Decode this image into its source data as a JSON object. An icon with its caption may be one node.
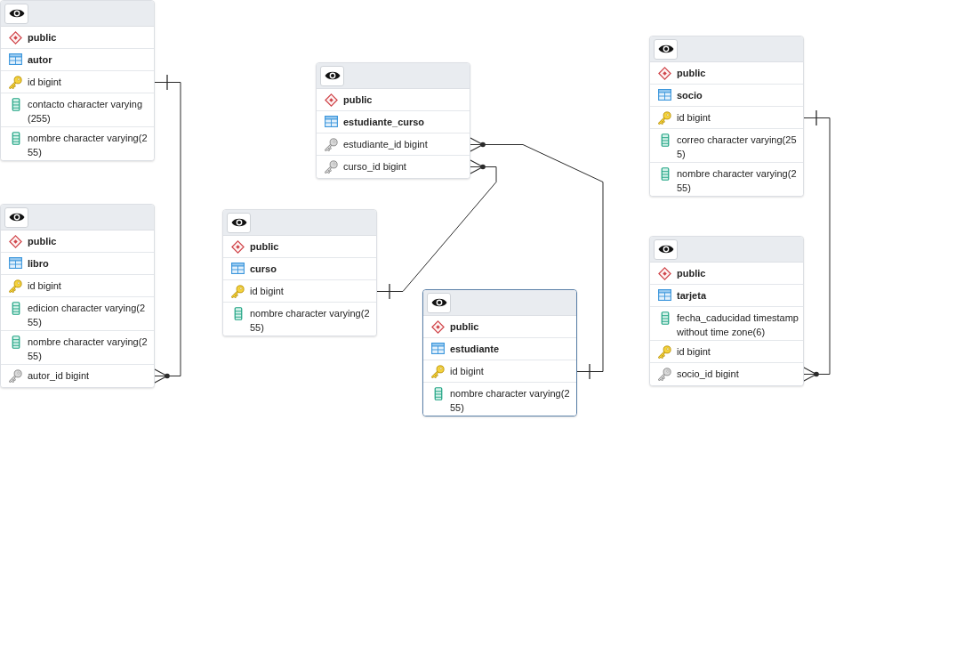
{
  "diagram": {
    "nodes": [
      {
        "text": [],
        "shape": "box"
      },
      {
        "text": [
          "public"
        ],
        "in": 0
      },
      {
        "text": [
          "autor"
        ],
        "in": 0
      },
      {
        "text": [
          "id bigint"
        ],
        "in": 0
      },
      {
        "text": [
          "contacto character varying(255)"
        ],
        "in": 0
      },
      {
        "text": [
          "nombre character varying(255)"
        ],
        "in": 0
      },
      {
        "text": [],
        "shape": "box"
      },
      {
        "text": [
          "public"
        ],
        "in": 6
      },
      {
        "text": [
          "libro"
        ],
        "in": 6
      },
      {
        "text": [
          "id bigint"
        ],
        "in": 6
      },
      {
        "text": [
          "edicion character varying(255)"
        ],
        "in": 6
      },
      {
        "text": [
          "nombre character varying(255)"
        ],
        "in": 6
      },
      {
        "text": [
          "autor_id bigint"
        ],
        "in": 6
      },
      {
        "text": [],
        "shape": "box"
      },
      {
        "text": [
          "public"
        ],
        "in": 13
      },
      {
        "text": [
          "curso"
        ],
        "in": 13
      },
      {
        "text": [
          "id bigint"
        ],
        "in": 13
      },
      {
        "text": [
          "nombre character varying(255)"
        ],
        "in": 13
      },
      {
        "text": [],
        "shape": "box"
      },
      {
        "text": [
          "public"
        ],
        "in": 18
      },
      {
        "text": [
          "estudiante_curso"
        ],
        "in": 18
      },
      {
        "text": [
          "estudiante_id bigint"
        ],
        "in": 18
      },
      {
        "text": [
          "curso_id bigint"
        ],
        "in": 18
      },
      {
        "text": [],
        "shape": "box"
      },
      {
        "text": [
          "public"
        ],
        "in": 23
      },
      {
        "text": [
          "estudiante"
        ],
        "in": 23
      },
      {
        "text": [
          "id bigint"
        ],
        "in": 23
      },
      {
        "text": [
          "nombre character varying(255)"
        ],
        "in": 23
      },
      {
        "text": [],
        "shape": "box"
      },
      {
        "text": [
          "public"
        ],
        "in": 28
      },
      {
        "text": [
          "socio"
        ],
        "in": 28
      },
      {
        "text": [
          "id bigint"
        ],
        "in": 28
      },
      {
        "text": [
          "correo character varying(255)"
        ],
        "in": 28
      },
      {
        "text": [
          "nombre character varying(255)"
        ],
        "in": 28
      },
      {
        "text": [],
        "shape": "box"
      },
      {
        "text": [
          "public"
        ],
        "in": 34
      },
      {
        "text": [
          "tarjeta"
        ],
        "in": 34
      },
      {
        "text": [
          "fecha_caducidad timestamp without time zone(6)"
        ],
        "in": 34
      },
      {
        "text": [
          "id bigint"
        ],
        "in": 34
      },
      {
        "text": [
          "socio_id bigint"
        ],
        "in": 34
      }
    ],
    "edges": [
      {
        "from": 3,
        "to": 12,
        "arrow": "other"
      },
      {
        "from": 26,
        "to": 21,
        "arrow": "other"
      },
      {
        "from": 16,
        "to": 22,
        "arrow": "other"
      },
      {
        "from": 31,
        "to": 39,
        "arrow": "other"
      }
    ]
  }
}
